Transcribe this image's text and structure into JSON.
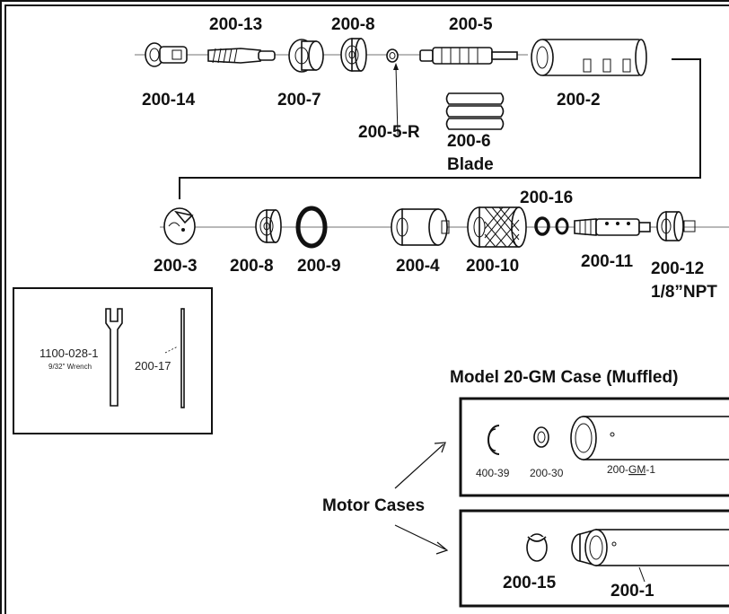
{
  "parts_row1": {
    "p200_13": "200-13",
    "p200_8a": "200-8",
    "p200_5": "200-5",
    "p200_14": "200-14",
    "p200_7": "200-7",
    "p200_2": "200-2",
    "p200_5r": "200-5-R",
    "p200_6": "200-6",
    "blade": "Blade"
  },
  "parts_row2": {
    "p200_16": "200-16",
    "p200_3": "200-3",
    "p200_8b": "200-8",
    "p200_9": "200-9",
    "p200_4": "200-4",
    "p200_10": "200-10",
    "p200_11": "200-11",
    "p200_12": "200-12",
    "npt": "1/8”NPT"
  },
  "tools_box": {
    "wrench_part": "1100-028-1",
    "wrench_desc": "9/32\" Wrench",
    "rod_part": "200-17"
  },
  "muffled_case": {
    "title": "Model 20-GM Case (Muffled)",
    "p400_39": "400-39",
    "p200_30": "200-30",
    "p200_gm1_prefix": "200-",
    "p200_gm1_gm": "GM",
    "p200_gm1_suffix": "-1"
  },
  "standard_case": {
    "p200_15": "200-15",
    "p200_1": "200-1"
  },
  "motor_cases_label": "Motor Cases"
}
